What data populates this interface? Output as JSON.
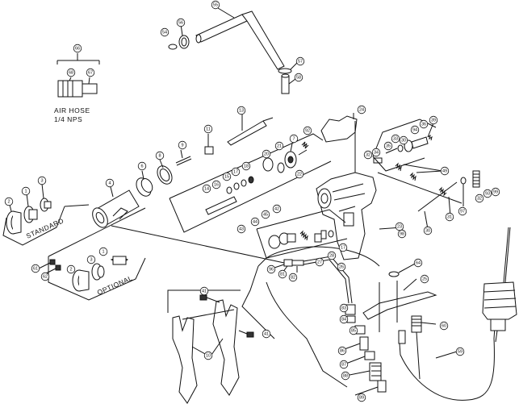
{
  "labels": {
    "air_hose_1": "AIR HOSE",
    "air_hose_2": "1/4 NPS",
    "standard": "STANDARD",
    "optional": "OPTIONAL"
  },
  "callouts": [
    {
      "n": "55"
    },
    {
      "n": "56"
    },
    {
      "n": "54"
    },
    {
      "n": "57"
    },
    {
      "n": "58"
    },
    {
      "n": "66"
    },
    {
      "n": "68"
    },
    {
      "n": "67"
    },
    {
      "n": "24"
    },
    {
      "n": "13"
    },
    {
      "n": "11"
    },
    {
      "n": "9"
    },
    {
      "n": "8"
    },
    {
      "n": "6"
    },
    {
      "n": "4"
    },
    {
      "n": "3"
    },
    {
      "n": "1"
    },
    {
      "n": "2"
    },
    {
      "n": "20"
    },
    {
      "n": "21"
    },
    {
      "n": "7"
    },
    {
      "n": "22"
    },
    {
      "n": "92"
    },
    {
      "n": "16"
    },
    {
      "n": "15"
    },
    {
      "n": "18"
    },
    {
      "n": "17"
    },
    {
      "n": "14"
    },
    {
      "n": "35"
    },
    {
      "n": "34"
    },
    {
      "n": "33"
    },
    {
      "n": "30"
    },
    {
      "n": "94"
    },
    {
      "n": "36"
    },
    {
      "n": "39"
    },
    {
      "n": "32"
    },
    {
      "n": "49"
    },
    {
      "n": "97"
    },
    {
      "n": "32"
    },
    {
      "n": "93"
    },
    {
      "n": "99"
    },
    {
      "n": "31"
    },
    {
      "n": "30"
    },
    {
      "n": "44"
    },
    {
      "n": "43"
    },
    {
      "n": "45"
    },
    {
      "n": "42"
    },
    {
      "n": "23"
    },
    {
      "n": "98"
    },
    {
      "n": "27"
    },
    {
      "n": "28"
    },
    {
      "n": "17"
    },
    {
      "n": "26"
    },
    {
      "n": "64"
    },
    {
      "n": "25"
    },
    {
      "n": "61"
    },
    {
      "n": "62"
    },
    {
      "n": "3"
    },
    {
      "n": "1"
    },
    {
      "n": "2"
    },
    {
      "n": "96"
    },
    {
      "n": "81"
    },
    {
      "n": "82"
    },
    {
      "n": "83"
    },
    {
      "n": "84"
    },
    {
      "n": "85"
    },
    {
      "n": "86"
    },
    {
      "n": "87"
    },
    {
      "n": "88"
    },
    {
      "n": "89"
    },
    {
      "n": "60"
    },
    {
      "n": "59"
    },
    {
      "n": "41"
    },
    {
      "n": "41"
    },
    {
      "n": "10"
    }
  ]
}
